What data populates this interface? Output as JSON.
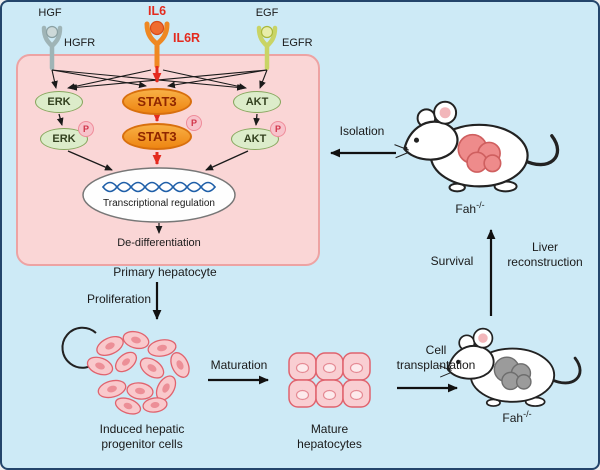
{
  "pathway": {
    "ligand_hgf": "HGF",
    "receptor_hgfr": "HGFR",
    "ligand_il6": "IL6",
    "receptor_il6r": "IL6R",
    "ligand_egf": "EGF",
    "receptor_egfr": "EGFR",
    "node_erk": "ERK",
    "node_stat3": "STAT3",
    "node_akt": "AKT",
    "phosphate": "P",
    "transcription": "Transcriptional regulation",
    "dedifferentiation": "De-differentiation",
    "cell_type": "Primary hepatocyte"
  },
  "workflow": {
    "isolation": "Isolation",
    "proliferation": "Proliferation",
    "maturation": "Maturation",
    "cell_transplantation": "Cell transplantation",
    "survival": "Survival",
    "liver_reconstruction": "Liver reconstruction",
    "induced_cells": "Induced hepatic progenitor cells",
    "mature_cells": "Mature hepatocytes",
    "mouse_top_label_base": "Fah",
    "mouse_top_label_sup": "-/-",
    "mouse_bottom_label_base": "Fah",
    "mouse_bottom_label_sup": "-/-"
  },
  "colors": {
    "background": "#cdeaf6",
    "pathway_cell_fill": "#fad6d6",
    "accent_red": "#e42a1e",
    "stat3_orange": "#f09122",
    "signal_node_green": "#dcecca",
    "phospho_pink": "#f7c3cb",
    "liver_healthy": "#ee8b8b",
    "liver_diseased": "#9b9b9b"
  }
}
